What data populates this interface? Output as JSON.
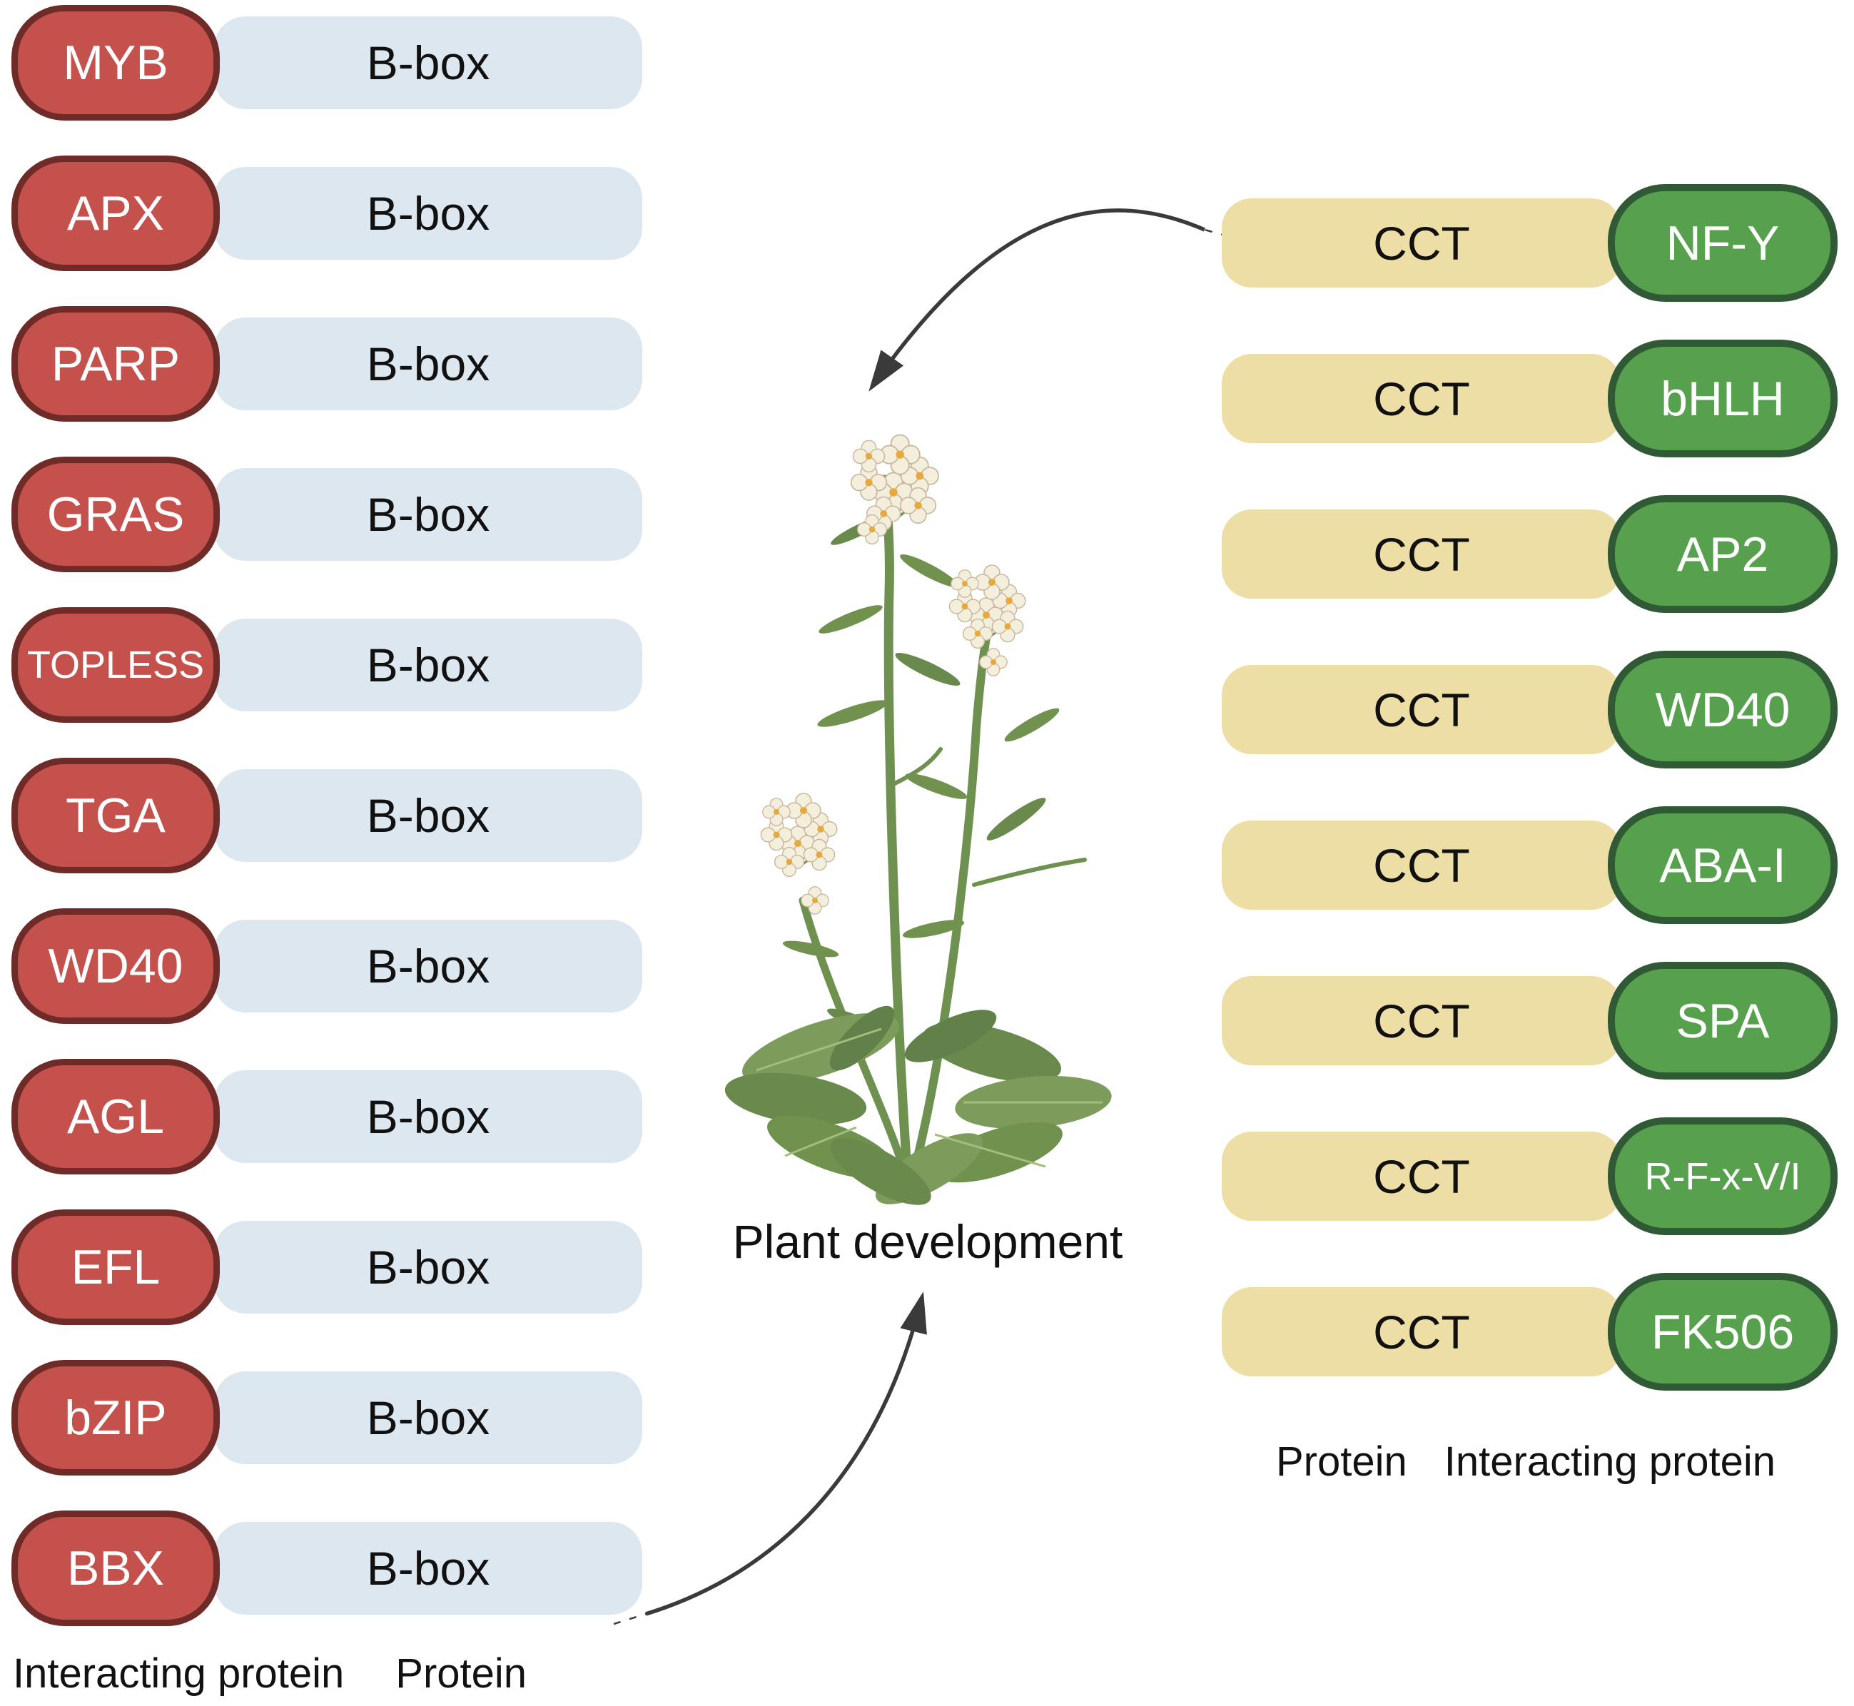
{
  "figure": {
    "left": {
      "rows": [
        {
          "interacting": "MYB",
          "domain": "B-box"
        },
        {
          "interacting": "APX",
          "domain": "B-box"
        },
        {
          "interacting": "PARP",
          "domain": "B-box"
        },
        {
          "interacting": "GRAS",
          "domain": "B-box"
        },
        {
          "interacting": "TOPLESS",
          "domain": "B-box"
        },
        {
          "interacting": "TGA",
          "domain": "B-box"
        },
        {
          "interacting": "WD40",
          "domain": "B-box"
        },
        {
          "interacting": "AGL",
          "domain": "B-box"
        },
        {
          "interacting": "EFL",
          "domain": "B-box"
        },
        {
          "interacting": "bZIP",
          "domain": "B-box"
        },
        {
          "interacting": "BBX",
          "domain": "B-box"
        }
      ],
      "footer": [
        "Interacting protein",
        "Protein"
      ]
    },
    "right": {
      "rows": [
        {
          "domain": "CCT",
          "interacting": "NF-Y"
        },
        {
          "domain": "CCT",
          "interacting": "bHLH"
        },
        {
          "domain": "CCT",
          "interacting": "AP2"
        },
        {
          "domain": "CCT",
          "interacting": "WD40"
        },
        {
          "domain": "CCT",
          "interacting": "ABA-I"
        },
        {
          "domain": "CCT",
          "interacting": "SPA"
        },
        {
          "domain": "CCT",
          "interacting": "R-F-x-V/I"
        },
        {
          "domain": "CCT",
          "interacting": "FK506"
        }
      ],
      "footer": [
        "Protein",
        "Interacting protein"
      ]
    },
    "center": {
      "caption": "Plant development",
      "illustration": "arabidopsis-plant-illustration"
    },
    "arrows": [
      {
        "from": "CCT protein rows",
        "to": "Plant development"
      },
      {
        "from": "B-box protein rows",
        "to": "Plant development"
      }
    ]
  },
  "colors": {
    "interacting_left_fill": "#c5514d",
    "interacting_left_border": "#6f2b28",
    "domain_left_fill": "#dde7f0",
    "domain_right_fill": "#eddea6",
    "interacting_right_fill": "#57a14e",
    "interacting_right_border": "#2f5a35",
    "arrow": "#3a3a3a",
    "text_dark": "#111111",
    "text_light": "#ffffff"
  }
}
